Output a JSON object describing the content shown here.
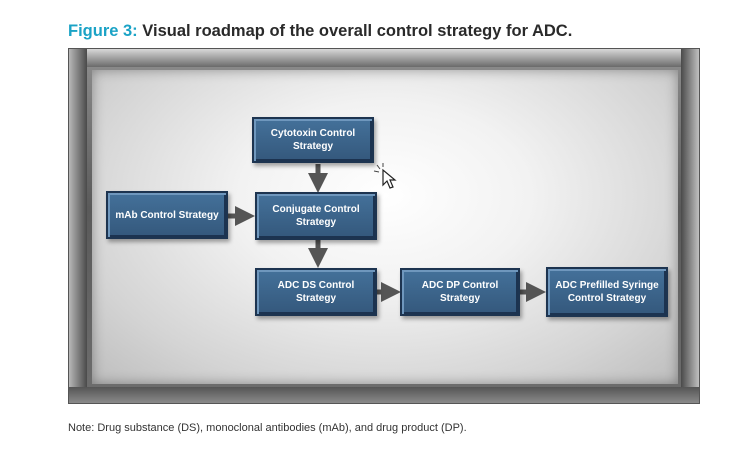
{
  "caption": {
    "figure_label": "Figure 3:",
    "title": "Visual roadmap of the overall control strategy for ADC."
  },
  "nodes": {
    "cytotoxin": "Cytotoxin Control Strategy",
    "mab": "mAb Control Strategy",
    "conjugate": "Conjugate Control Strategy",
    "adc_ds": "ADC DS Control Strategy",
    "adc_dp": "ADC DP Control Strategy",
    "adc_prefilled": "ADC Prefilled Syringe Control Strategy"
  },
  "edges": [
    [
      "cytotoxin",
      "conjugate"
    ],
    [
      "mab",
      "conjugate"
    ],
    [
      "conjugate",
      "adc_ds"
    ],
    [
      "adc_ds",
      "adc_dp"
    ],
    [
      "adc_dp",
      "adc_prefilled"
    ]
  ],
  "colors": {
    "node_fill": "#3b6289",
    "arrow": "#555555",
    "figure_label": "#1ba3c6"
  },
  "icons": [
    "pointer-cursor-icon"
  ],
  "note": "Note: Drug substance (DS), monoclonal antibodies (mAb), and drug product (DP)."
}
